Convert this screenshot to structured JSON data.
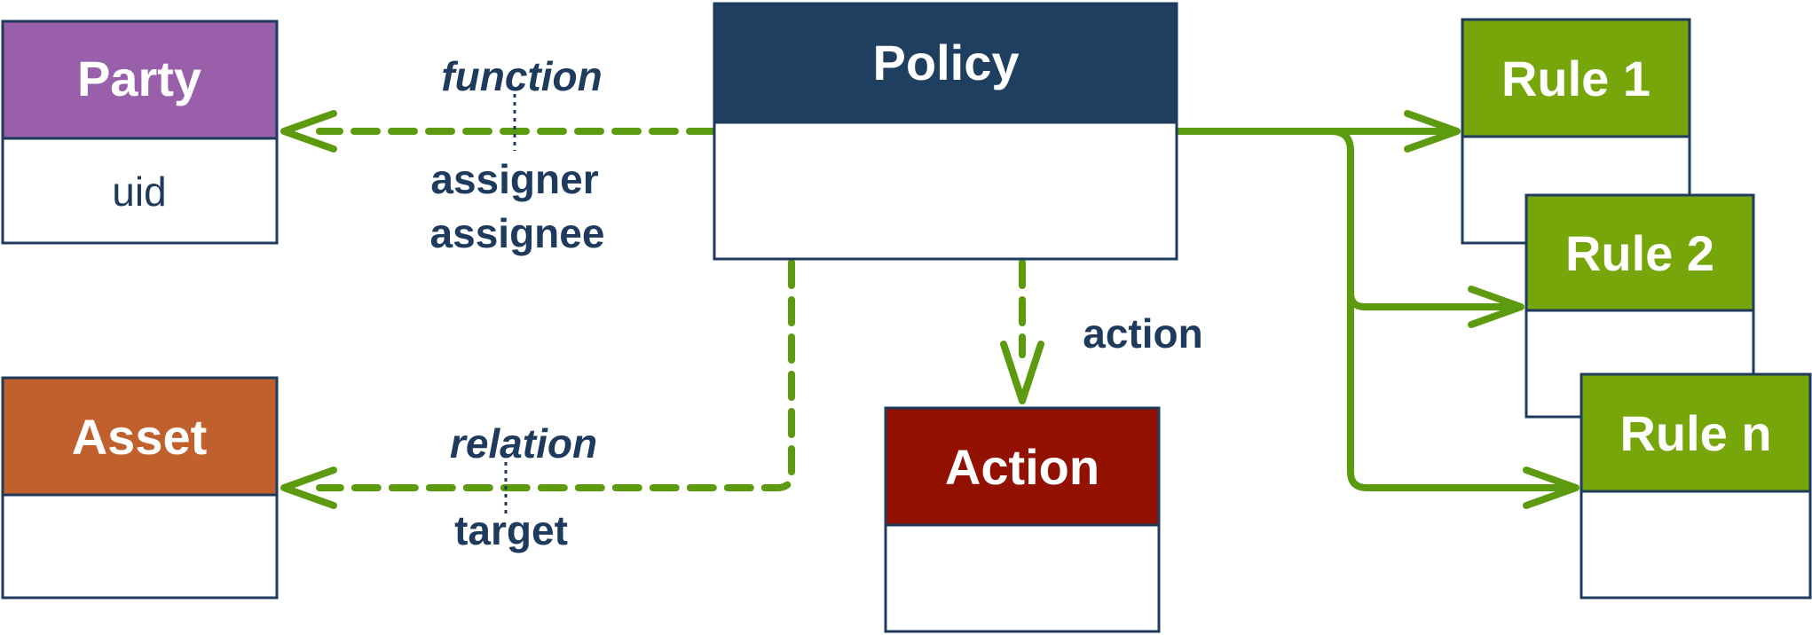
{
  "colors": {
    "party": "#9a5fab",
    "policy": "#1e3f5f",
    "rule": "#76a60a",
    "asset": "#c0602d",
    "action": "#921100",
    "edge": "#5c9a0f",
    "label": "#1e3a5c"
  },
  "classes": {
    "party": {
      "title": "Party",
      "attribute": "uid"
    },
    "policy": {
      "title": "Policy"
    },
    "asset": {
      "title": "Asset"
    },
    "action": {
      "title": "Action"
    },
    "rules": [
      {
        "title": "Rule 1"
      },
      {
        "title": "Rule 2"
      },
      {
        "title": "Rule n"
      }
    ]
  },
  "edges": {
    "function": {
      "qualifier": "function",
      "roles": [
        "assigner",
        "assignee"
      ]
    },
    "relation": {
      "qualifier": "relation",
      "roles": [
        "target"
      ]
    },
    "action": {
      "label": "action"
    }
  }
}
